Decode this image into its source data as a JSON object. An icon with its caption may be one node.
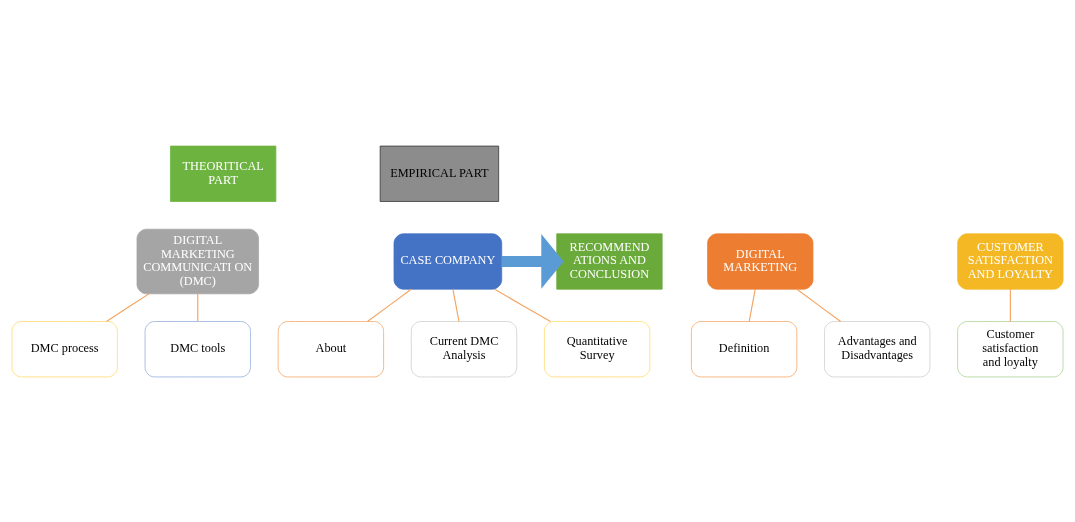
{
  "diagram": {
    "nodes": [
      {
        "text": [
          "THEORITICAL PART"
        ]
      },
      {
        "text": [
          "EMPIRICAL PART"
        ]
      },
      {
        "text": [
          "DIGITAL MARKETING"
        ]
      },
      {
        "text": [
          "Definition"
        ]
      },
      {
        "text": [
          "Advantages and Disadvantages"
        ]
      },
      {
        "text": [
          "DIGITAL MARKETING COMMUNICATI ON (DMC)"
        ]
      },
      {
        "text": [
          "DMC process"
        ]
      },
      {
        "text": [
          "DMC tools"
        ]
      },
      {
        "text": [
          "CUSTOMER SATISFACTION AND LOYALTY"
        ]
      },
      {
        "text": [
          "Customer satisfaction and loyalty"
        ]
      },
      {
        "text": [
          "CASE COMPANY"
        ]
      },
      {
        "text": [
          "About"
        ]
      },
      {
        "text": [
          "Current DMC Analysis"
        ]
      },
      {
        "text": [
          "Quantitative Survey"
        ]
      },
      {
        "text": [
          "RECOMMEND ATIONS AND CONCLUSION"
        ]
      }
    ],
    "edges": [
      {
        "from": 2,
        "to": 3,
        "arrow": "none",
        "color": "#f4a460"
      },
      {
        "from": 2,
        "to": 4,
        "arrow": "none",
        "color": "#f4a460"
      },
      {
        "from": 5,
        "to": 6,
        "arrow": "none",
        "color": "#f4a460"
      },
      {
        "from": 5,
        "to": 7,
        "arrow": "none",
        "color": "#f4a460"
      },
      {
        "from": 8,
        "to": 9,
        "arrow": "none",
        "color": "#f4a460"
      },
      {
        "from": 10,
        "to": 11,
        "arrow": "none",
        "color": "#f4a460"
      },
      {
        "from": 10,
        "to": 12,
        "arrow": "none",
        "color": "#f4a460"
      },
      {
        "from": 10,
        "to": 13,
        "arrow": "none",
        "color": "#f4a460"
      },
      {
        "from": 10,
        "to": 14,
        "arrow": "to",
        "style": "thick",
        "color": "#5b9bd5"
      }
    ]
  }
}
